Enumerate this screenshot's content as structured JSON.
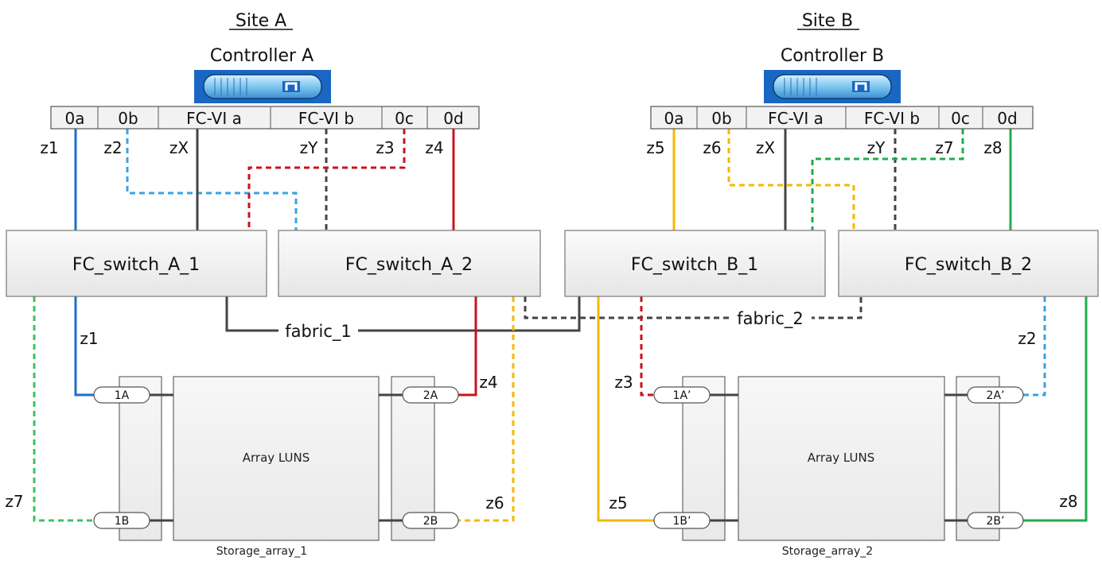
{
  "sites": [
    {
      "title": "Site A",
      "controller": "Controller A",
      "ports": [
        "0a",
        "0b",
        "FC-VI a",
        "FC-VI b",
        "0c",
        "0d"
      ],
      "port_zones": [
        "z1",
        "z2",
        "zX",
        "zY",
        "z3",
        "z4"
      ],
      "switches": [
        "FC_switch_A_1",
        "FC_switch_A_2"
      ],
      "array": {
        "name": "Storage_array_1",
        "label": "Array LUNS",
        "ports": [
          "1A",
          "1B",
          "2A",
          "2B"
        ],
        "zones": [
          "z1",
          "z7",
          "z4",
          "z6"
        ]
      }
    },
    {
      "title": "Site B",
      "controller": "Controller B",
      "ports": [
        "0a",
        "0b",
        "FC-VI a",
        "FC-VI b",
        "0c",
        "0d"
      ],
      "port_zones": [
        "z5",
        "z6",
        "zX",
        "zY",
        "z7",
        "z8"
      ],
      "switches": [
        "FC_switch_B_1",
        "FC_switch_B_2"
      ],
      "array": {
        "name": "Storage_array_2",
        "label": "Array LUNS",
        "ports": [
          "1A’",
          "1B’",
          "2A’",
          "2B’"
        ],
        "zones": [
          "z3",
          "z5",
          "z2",
          "z8"
        ]
      }
    }
  ],
  "fabrics": [
    "fabric_1",
    "fabric_2"
  ],
  "colors": {
    "blue": "#1f6fc5",
    "light_blue": "#3aa3e0",
    "red": "#c8141e",
    "dark": "#444444",
    "yellow": "#f5b800",
    "green": "#1fae4b",
    "green_light": "#3dc262",
    "controller_blue": "#1967c2"
  },
  "icons": [
    "controller-icon",
    "netapp-logo-icon"
  ]
}
